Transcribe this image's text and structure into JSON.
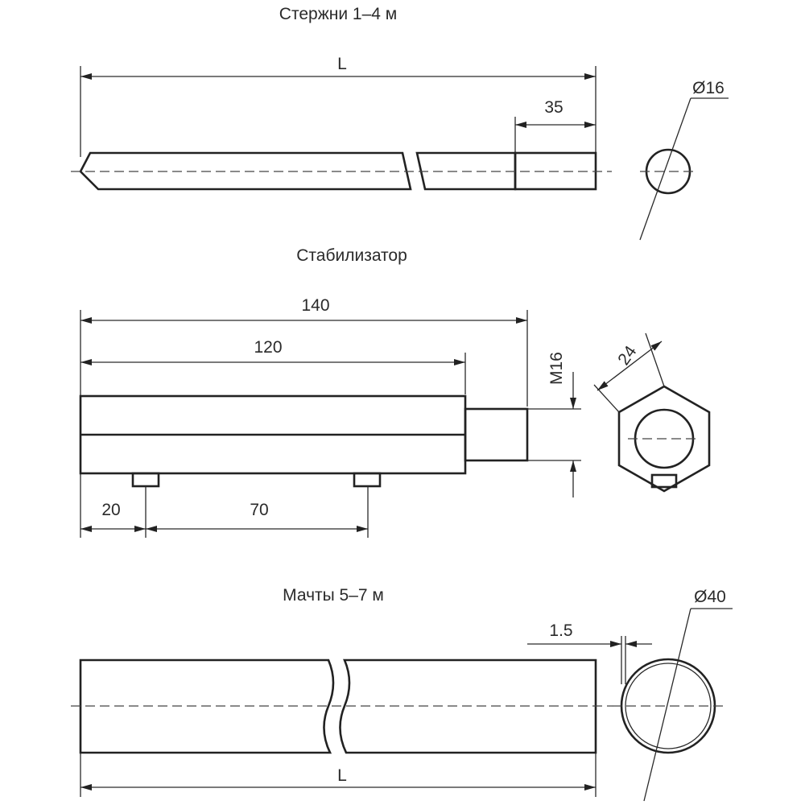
{
  "rods": {
    "title": "Стержни 1–4 м",
    "length_label": "L",
    "thread_length": "35",
    "diameter": "Ø16"
  },
  "stabilizer": {
    "title": "Стабилизатор",
    "total_length": "140",
    "body_length": "120",
    "thread": "M16",
    "hex_size": "24",
    "peg_offset": "20",
    "peg_spacing": "70"
  },
  "mast": {
    "title": "Мачты 5–7 м",
    "length_label": "L",
    "wall": "1.5",
    "diameter": "Ø40"
  }
}
